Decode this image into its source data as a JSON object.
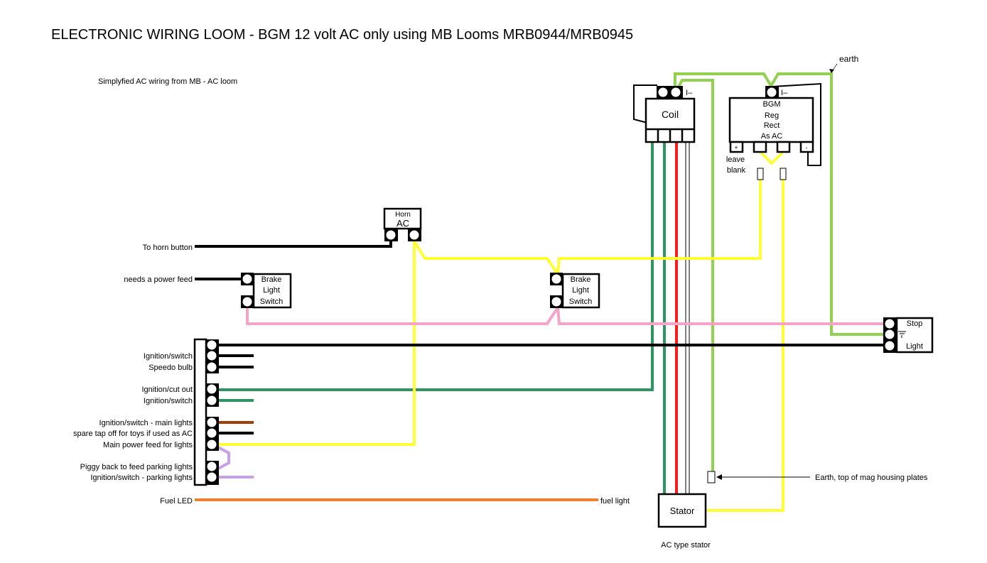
{
  "title": "ELECTRONIC WIRING LOOM - BGM 12 volt AC only using MB Looms MRB0944/MRB0945",
  "subtitle": "Simplyfied AC wiring from MB - AC loom",
  "colors": {
    "yellow": "#FFFF33",
    "pink": "#F4A3C9",
    "dark_green": "#2E9463",
    "light_green": "#92D050",
    "red": "#FF1A1A",
    "brown": "#A0400A",
    "purple": "#C8A0E8",
    "orange": "#F08030",
    "black": "#000000"
  },
  "components": {
    "horn": {
      "line1": "Horn",
      "line2": "AC"
    },
    "brake_switch_1": {
      "line1": "Brake",
      "line2": "Light",
      "line3": "Switch"
    },
    "brake_switch_2": {
      "line1": "Brake",
      "line2": "Light",
      "line3": "Switch"
    },
    "stop_light": {
      "line1": "Stop",
      "line2": "Light"
    },
    "coil": {
      "label": "Coil",
      "terminal": "I–"
    },
    "regulator": {
      "line1": "BGM",
      "line2": "Reg",
      "line3": "Rect",
      "line4": "As AC",
      "terminal": "I–",
      "plus": "+",
      "minus": "-",
      "note1": "leave",
      "note2": "blank"
    },
    "stator": {
      "label": "Stator",
      "caption": "AC type stator"
    }
  },
  "labels": {
    "horn_button": "To horn button",
    "power_feed": "needs a power feed",
    "earth": "earth",
    "earth_mag": "Earth, top of mag housing plates",
    "fuel_led": "Fuel LED",
    "fuel_light": "fuel light"
  },
  "connector_block": [
    "Ignition/switch",
    "Speedo bulb",
    "Ignition/cut out",
    "Ignition/switch",
    "Ignition/switch - main lights",
    "spare tap off for toys if used as AC",
    "Main power feed for lights",
    "Piggy back to feed parking lights",
    "Ignition/switch - parking lights"
  ]
}
